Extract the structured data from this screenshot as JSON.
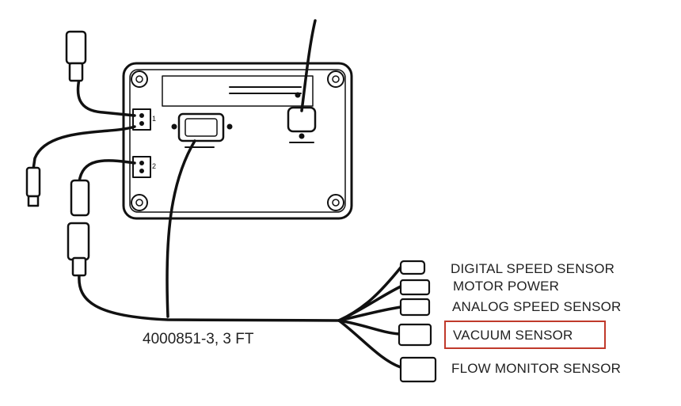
{
  "diagram": {
    "part_number_label": "4000851-3, 3 FT",
    "connectors": [
      {
        "label": "DIGITAL SPEED SENSOR",
        "highlighted": false
      },
      {
        "label": "MOTOR POWER",
        "highlighted": false
      },
      {
        "label": "ANALOG SPEED SENSOR",
        "highlighted": false
      },
      {
        "label": "VACUUM SENSOR",
        "highlighted": true
      },
      {
        "label": "FLOW MONITOR SENSOR",
        "highlighted": false
      }
    ],
    "module_port_labels": [
      "1",
      "2"
    ],
    "highlight_color": "#c0392b",
    "line_color": "#111111"
  }
}
